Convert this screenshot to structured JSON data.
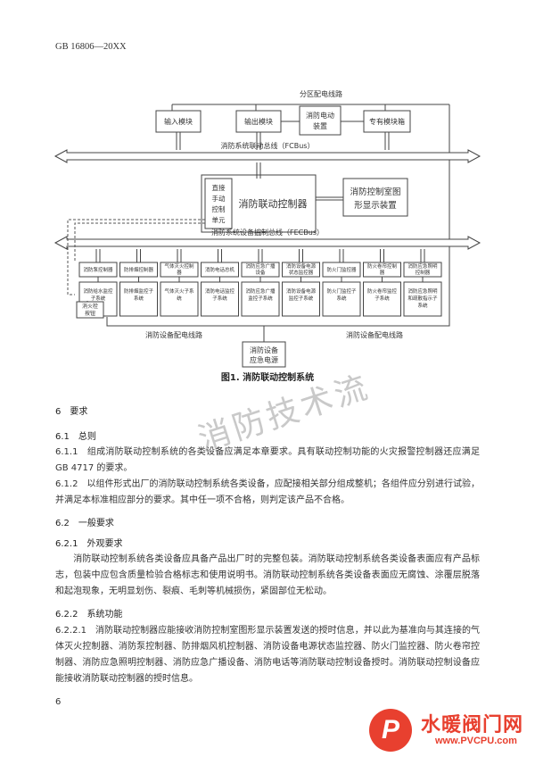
{
  "header": {
    "standard_no": "GB 16806—20XX"
  },
  "diagram": {
    "top_bus_label": "分区配电线路",
    "top_modules": [
      "输入模块",
      "输出模块",
      "消防电动\n装置",
      "专有模块箱"
    ],
    "linkage_bus_label": "消防系统联动总线（FCBus）",
    "manual_unit_label": [
      "直接",
      "手动",
      "控制",
      "单元"
    ],
    "controller_label": "消防联动控制器",
    "graphic_display_label": [
      "消防控制室图",
      "形显示装置"
    ],
    "device_bus_label": "消防系统设备控制总线（FECBus）",
    "devices": [
      {
        "top": "消防泵控制器",
        "bottom": [
          "消防给水监控",
          "子系统"
        ]
      },
      {
        "top": "防排烟控制器",
        "bottom": [
          "防排烟监控子",
          "系统"
        ]
      },
      {
        "top": "气体灭火控制\n器",
        "bottom": [
          "气体灭火子系",
          "统"
        ]
      },
      {
        "top": "消防电话总机",
        "bottom": [
          "消防电话监控",
          "子系统"
        ]
      },
      {
        "top": "消防应急广播\n设备",
        "bottom": [
          "消防应急广播",
          "监控子系统"
        ]
      },
      {
        "top": "消防设备电源\n状态监控器",
        "bottom": [
          "消防设备电源",
          "监控子系统"
        ]
      },
      {
        "top": "防火门监控器",
        "bottom": [
          "防火门监控子",
          "系统"
        ]
      },
      {
        "top": "防火卷帘控制\n器",
        "bottom": [
          "防火卷帘监控",
          "子系统"
        ]
      },
      {
        "top": "消防应急照明\n控制器",
        "bottom": [
          "消防应急照明",
          "和疏散指示子",
          "系统"
        ]
      }
    ],
    "extinguisher_label": [
      "消火栓",
      "按钮"
    ],
    "power_line_label": "消防设备配电线路",
    "emergency_power_label": [
      "消防设备",
      "应急电源"
    ]
  },
  "caption": "图1. 消防联动控制系统",
  "sections": [
    {
      "type": "heading",
      "text": "6　要求"
    },
    {
      "type": "heading",
      "text": "6.1　总则"
    },
    {
      "type": "para",
      "text": "6.1.1　组成消防联动控制系统的各类设备应满足本章要求。具有联动控制功能的火灾报警控制器还应满足 GB 4717 的要求。"
    },
    {
      "type": "para",
      "text": "6.1.2　以组件形式出厂的消防联动控制系统各类设备，应配接相关部分组成整机；各组件应分别进行试验，并满足本标准相应部分的要求。其中任一项不合格，则判定该产品不合格。"
    },
    {
      "type": "heading",
      "text": "6.2　一般要求"
    },
    {
      "type": "heading",
      "text": "6.2.1　外观要求"
    },
    {
      "type": "para",
      "text": "　　消防联动控制系统各类设备应具备产品出厂时的完整包装。消防联动控制系统各类设备表面应有产品标志，包装中应包含质量检验合格标志和使用说明书。消防联动控制系统各类设备表面应无腐蚀、涂覆层脱落和起泡现象，无明显划伤、裂痕、毛刺等机械损伤，紧固部位无松动。"
    },
    {
      "type": "heading",
      "text": "6.2.2　系统功能"
    },
    {
      "type": "para",
      "text": "6.2.2.1　消防联动控制器应能接收消防控制室图形显示装置发送的授时信息，并以此为基准向与其连接的气体灭火控制器、消防泵控制器、防排烟风机控制器、消防设备电源状态监控器、防火门监控器、防火卷帘控制器、消防应急照明控制器、消防应急广播设备、消防电话等消防联动控制设备授时。消防联动控制设备应能接收消防联动控制器的授时信息。"
    }
  ],
  "watermark": "消防技术流",
  "page_number": "6",
  "logo": {
    "mark": "P",
    "name": "水暖阀门网",
    "url": "www.PVCPU.com"
  }
}
